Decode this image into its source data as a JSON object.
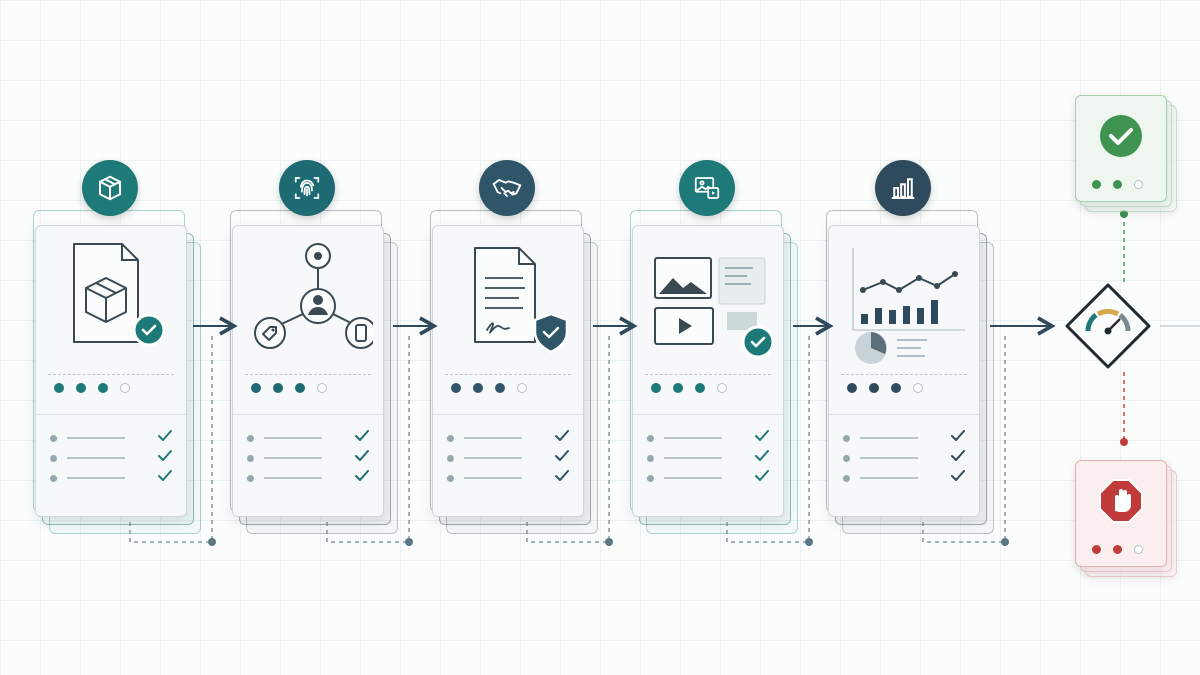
{
  "diagram": {
    "stages": [
      {
        "id": "package",
        "icon": "package-icon",
        "illustration": "package-document-approved",
        "accent": "#1e7a78",
        "progress_filled": 3,
        "progress_total": 4,
        "checklist_done": 3
      },
      {
        "id": "identity",
        "icon": "fingerprint-icon",
        "illustration": "user-connections-network",
        "accent": "#1e6a73",
        "progress_filled": 3,
        "progress_total": 4,
        "checklist_done": 3
      },
      {
        "id": "agreement",
        "icon": "handshake-icon",
        "illustration": "signed-contract-shield",
        "accent": "#2f5568",
        "progress_filled": 3,
        "progress_total": 4,
        "checklist_done": 3
      },
      {
        "id": "media",
        "icon": "media-icon",
        "illustration": "media-content-approved",
        "accent": "#1e7a78",
        "progress_filled": 3,
        "progress_total": 4,
        "checklist_done": 3
      },
      {
        "id": "analytics",
        "icon": "bar-chart-icon",
        "illustration": "analytics-dashboard",
        "accent": "#2f4a5c",
        "progress_filled": 3,
        "progress_total": 4,
        "checklist_done": 3
      }
    ],
    "decision": {
      "icon": "gauge-icon",
      "gauge_level": 0.75,
      "colors": [
        "#1e7a78",
        "#d9a84a",
        "#7c8a90"
      ]
    },
    "outcomes": {
      "approved": {
        "icon": "check-circle-icon",
        "color": "#3e9450",
        "progress_filled": 2,
        "progress_total": 3
      },
      "rejected": {
        "icon": "stop-hand-icon",
        "color": "#c23b3b",
        "progress_filled": 2,
        "progress_total": 3
      }
    }
  }
}
